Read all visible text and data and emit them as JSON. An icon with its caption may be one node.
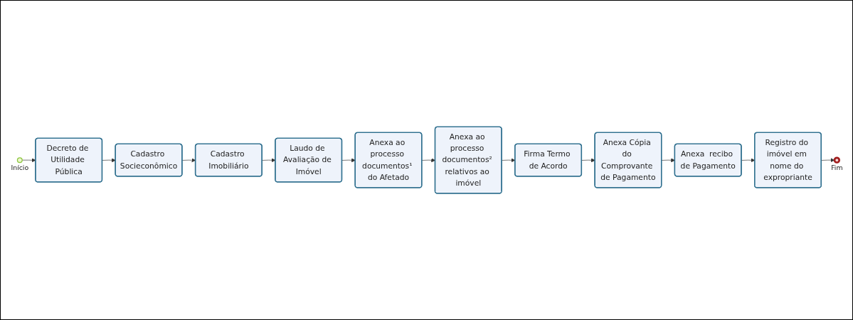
{
  "diagram": {
    "nodes": [
      {
        "text": [],
        "shape": "circle",
        "beside": [
          "Início"
        ]
      },
      {
        "text": [
          "Decreto de Utilidade Pública"
        ]
      },
      {
        "text": [
          "Cadastro Socieconômico"
        ]
      },
      {
        "text": [
          "Cadastro Imobiliário"
        ]
      },
      {
        "text": [
          "Laudo de Avaliação de Imóvel"
        ]
      },
      {
        "text": [
          "Anexa ao processo documentos¹ do Afetado"
        ]
      },
      {
        "text": [
          "Anexa ao processo documentos² relativos ao imóvel"
        ]
      },
      {
        "text": [
          "Firma Termo de Acordo"
        ]
      },
      {
        "text": [
          "Anexa Cópia do Comprovante de Pagamento"
        ]
      },
      {
        "text": [
          "Anexa  recibo de Pagamento"
        ]
      },
      {
        "text": [
          "Registro do imóvel em nome do expropriante"
        ]
      },
      {
        "text": [],
        "shape": "circle",
        "beside": [
          "Fim"
        ]
      }
    ],
    "edges": [
      {
        "from": 0,
        "to": 1,
        "arrow": "to"
      },
      {
        "from": 1,
        "to": 2,
        "arrow": "to"
      },
      {
        "from": 2,
        "to": 3,
        "arrow": "to"
      },
      {
        "from": 3,
        "to": 4,
        "arrow": "to"
      },
      {
        "from": 4,
        "to": 5,
        "arrow": "to"
      },
      {
        "from": 5,
        "to": 6,
        "arrow": "to"
      },
      {
        "from": 6,
        "to": 7,
        "arrow": "to"
      },
      {
        "from": 7,
        "to": 8,
        "arrow": "to"
      },
      {
        "from": 8,
        "to": 9,
        "arrow": "to"
      },
      {
        "from": 9,
        "to": 10,
        "arrow": "to"
      },
      {
        "from": 10,
        "to": 11,
        "arrow": "to"
      }
    ]
  }
}
